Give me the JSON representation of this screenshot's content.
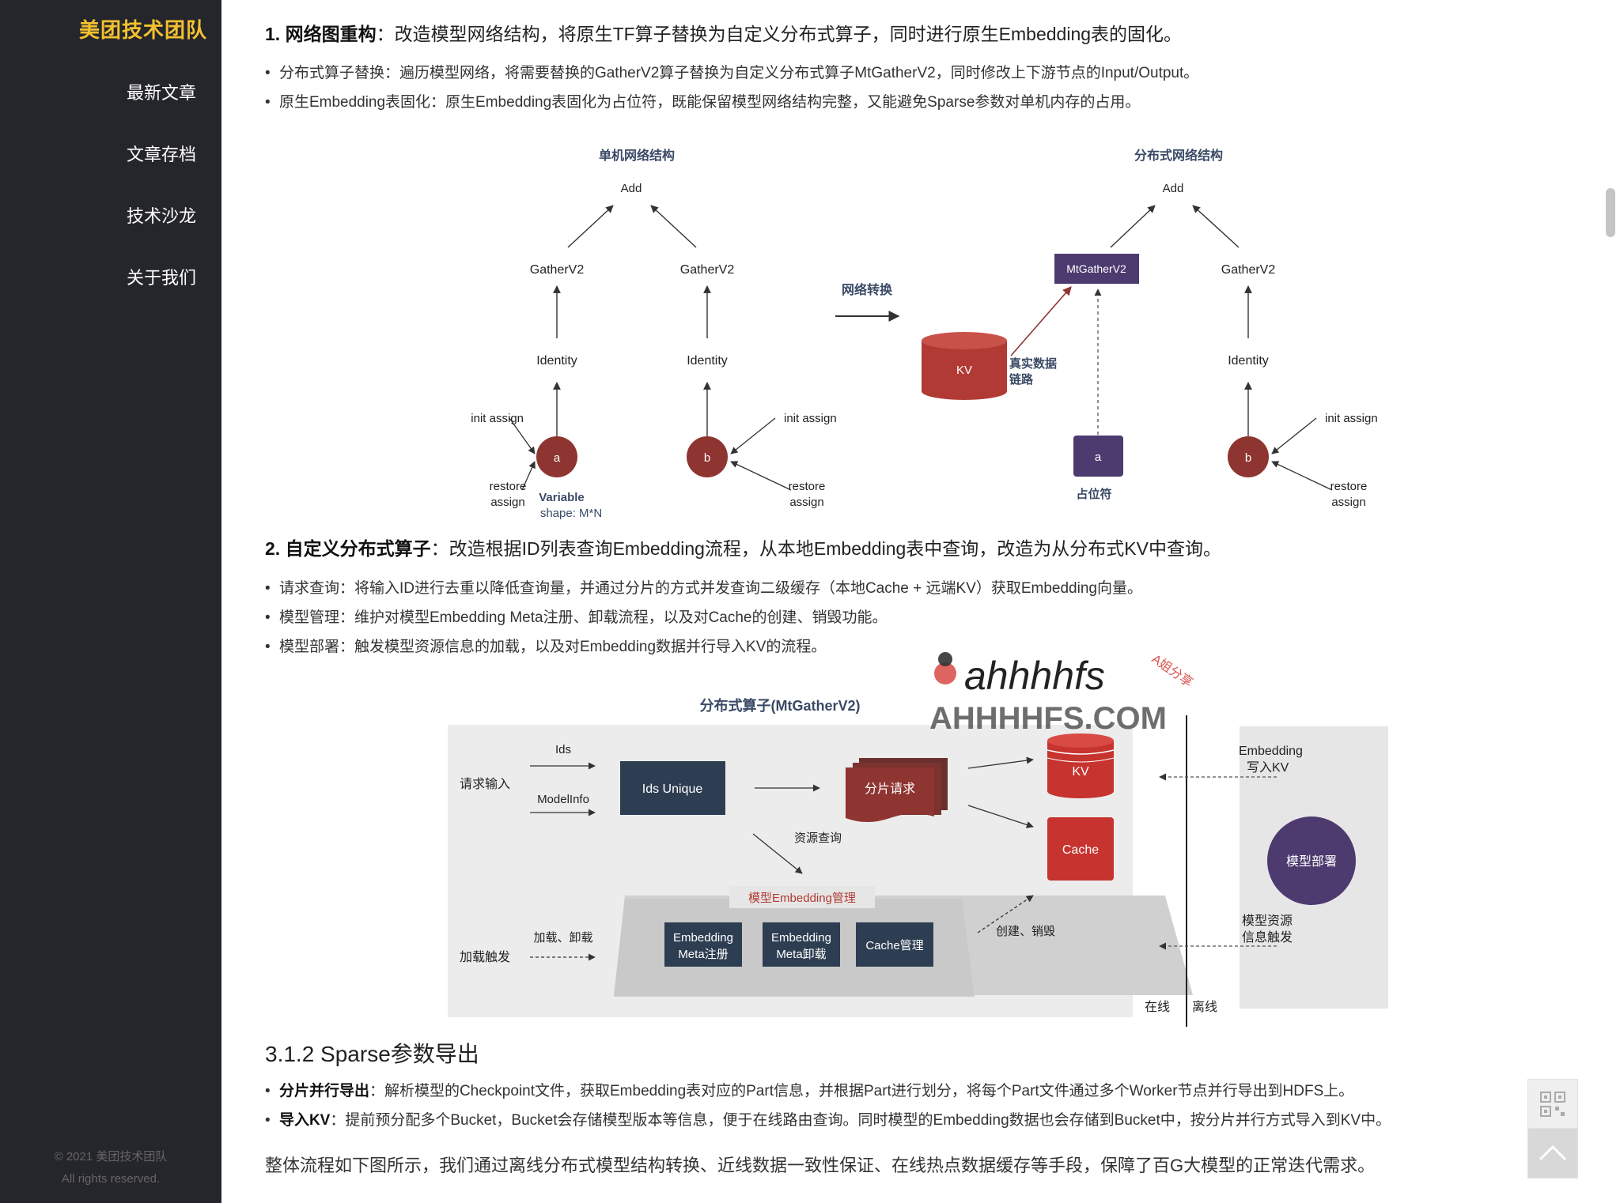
{
  "sidebar": {
    "brand": "美团技术团队",
    "nav": [
      "最新文章",
      "文章存档",
      "技术沙龙",
      "关于我们"
    ],
    "copyright_1": "© 2021 美团技术团队",
    "copyright_2": "All rights reserved."
  },
  "section1": {
    "num": "1.",
    "title": "网络图重构",
    "desc": "：改造模型网络结构，将原生TF算子替换为自定义分布式算子，同时进行原生Embedding表的固化。",
    "bullets": [
      "分布式算子替换：遍历模型网络，将需要替换的GatherV2算子替换为自定义分布式算子MtGatherV2，同时修改上下游节点的Input/Output。",
      "原生Embedding表固化：原生Embedding表固化为占位符，既能保留模型网络结构完整，又能避免Sparse参数对单机内存的占用。"
    ]
  },
  "diagram1": {
    "left_title": "单机网络结构",
    "right_title": "分布式网络结构",
    "add": "Add",
    "gatherv2": "GatherV2",
    "mtgatherv2": "MtGatherV2",
    "identity": "Identity",
    "init_assign": "init assign",
    "restore": "restore",
    "assign": "assign",
    "node_a": "a",
    "node_b": "b",
    "variable": "Variable",
    "shape": "shape: M*N",
    "transform": "网络转换",
    "kv": "KV",
    "real_data_1": "真实数据",
    "real_data_2": "链路",
    "placeholder": "占位符"
  },
  "section2": {
    "num": "2.",
    "title": "自定义分布式算子",
    "desc": "：改造根据ID列表查询Embedding流程，从本地Embedding表中查询，改造为从分布式KV中查询。",
    "bullets": [
      "请求查询：将输入ID进行去重以降低查询量，并通过分片的方式并发查询二级缓存（本地Cache + 远端KV）获取Embedding向量。",
      "模型管理：维护对模型Embedding Meta注册、卸载流程，以及对Cache的创建、销毁功能。",
      "模型部署：触发模型资源信息的加载，以及对Embedding数据并行导入KV的流程。"
    ]
  },
  "diagram2": {
    "title": "分布式算子(MtGatherV2)",
    "request_input": "请求输入",
    "ids": "Ids",
    "modelinfo": "ModelInfo",
    "ids_unique": "Ids  Unique",
    "shard_request": "分片请求",
    "kv": "KV",
    "cache": "Cache",
    "resource_query": "资源查询",
    "embedding_mgmt": "模型Embedding管理",
    "meta_register_1": "Embedding",
    "meta_register_2": "Meta注册",
    "meta_unload_1": "Embedding",
    "meta_unload_2": "Meta卸载",
    "cache_mgmt": "Cache管理",
    "load_trigger": "加载触发",
    "load_unload": "加载、卸载",
    "create_destroy": "创建、销毁",
    "embedding_write_1": "Embedding",
    "embedding_write_2": "写入KV",
    "model_resource_1": "模型资源",
    "model_resource_2": "信息触发",
    "model_deploy": "模型部署",
    "online": "在线",
    "offline": "离线"
  },
  "section3": {
    "title": "3.1.2 Sparse参数导出",
    "bullet1_bold": "分片并行导出",
    "bullet1_text": "：解析模型的Checkpoint文件，获取Embedding表对应的Part信息，并根据Part进行划分，将每个Part文件通过多个Worker节点并行导出到HDFS上。",
    "bullet2_bold": "导入KV",
    "bullet2_text": "：提前预分配多个Bucket，Bucket会存储模型版本等信息，便于在线路由查询。同时模型的Embedding数据也会存储到Bucket中，按分片并行方式导入到KV中。",
    "paragraph": "整体流程如下图所示，我们通过离线分布式模型结构转换、近线数据一致性保证、在线热点数据缓存等手段，保障了百G大模型的正常迭代需求。"
  },
  "watermark": {
    "text": "ahhhhfs",
    "domain": "AHHHHFS.COM",
    "tag": "A姐分享"
  },
  "colors": {
    "sidebar_bg": "#25262b",
    "brand": "#f3c12f",
    "red_node": "#8e3431",
    "kv_red": "#b23a34",
    "purple": "#4d3a6f",
    "navy": "#2e3e52"
  }
}
